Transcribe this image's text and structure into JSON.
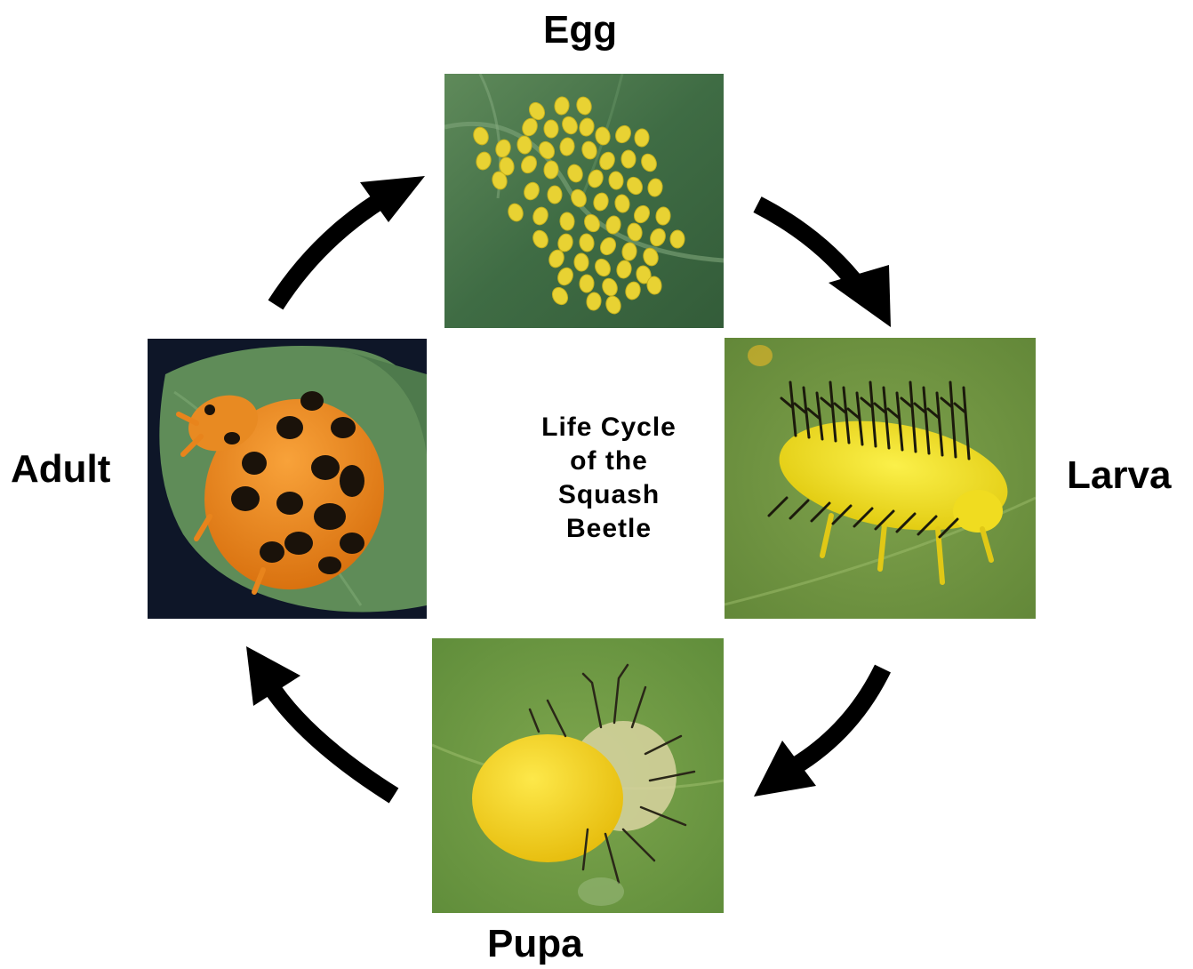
{
  "title_lines": [
    "Life Cycle",
    "of the",
    "Squash",
    "Beetle"
  ],
  "stages": {
    "egg": "Egg",
    "larva": "Larva",
    "pupa": "Pupa",
    "adult": "Adult"
  },
  "colors": {
    "arrow": "#000000",
    "leaf_dark": "#3e6a3c",
    "leaf_light": "#7ea24e",
    "egg_yellow": "#e8d233",
    "larva_yellow": "#f2e21a",
    "pupa_yellow": "#f7d41a",
    "beetle_orange": "#e8841c",
    "background_dark": "#0e1628"
  }
}
